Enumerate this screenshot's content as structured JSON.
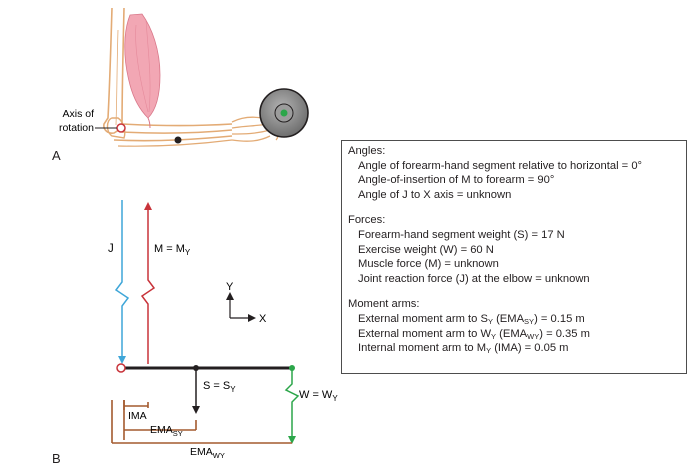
{
  "panels": {
    "a": "A",
    "b": "B"
  },
  "panel_a": {
    "axis_label_line1": "Axis of",
    "axis_label_line2": "rotation"
  },
  "panel_b": {
    "j": "J",
    "m": "M = M",
    "m_sub": "Y",
    "y_axis": "Y",
    "x_axis": "X",
    "s": "S = S",
    "s_sub": "Y",
    "w": "W = W",
    "w_sub": "Y",
    "ima": "IMA",
    "ema_s": "EMA",
    "ema_s_sub": "SY",
    "ema_w": "EMA",
    "ema_w_sub": "WY"
  },
  "info_box": {
    "angles": {
      "title": "Angles:",
      "lines": [
        "Angle of forearm-hand segment relative to horizontal = 0°",
        "Angle-of-insertion of M to forearm = 90°",
        "Angle of J to X axis = unknown"
      ]
    },
    "forces": {
      "title": "Forces:",
      "lines": [
        "Forearm-hand segment weight (S) = 17 N",
        "Exercise weight (W) = 60 N",
        "Muscle force (M) = unknown",
        "Joint reaction force (J) at the elbow = unknown"
      ]
    },
    "moment_arms": {
      "title": "Moment arms:",
      "lines": [
        {
          "pre": "External moment arm to S",
          "sub1": "Y",
          "mid": " (EMA",
          "sub2": "SY",
          "post": ") = 0.15 m"
        },
        {
          "pre": "External moment arm to W",
          "sub1": "Y",
          "mid": " (EMA",
          "sub2": "WY",
          "post": ") = 0.35 m"
        },
        {
          "pre": "Internal moment arm to M",
          "sub1": "Y",
          "mid": " (IMA)",
          "sub2": "",
          "post": " = 0.05 m"
        }
      ]
    }
  },
  "colors": {
    "bone": "#e3ab75",
    "muscle": "#f2a7b4",
    "joint_reaction_blue": "#3ea6d8",
    "muscle_red": "#c8333a",
    "weight_green": "#2ca64a",
    "moment_arm_brown": "#a35a2e",
    "disk_gray": "#8a8a8a"
  }
}
